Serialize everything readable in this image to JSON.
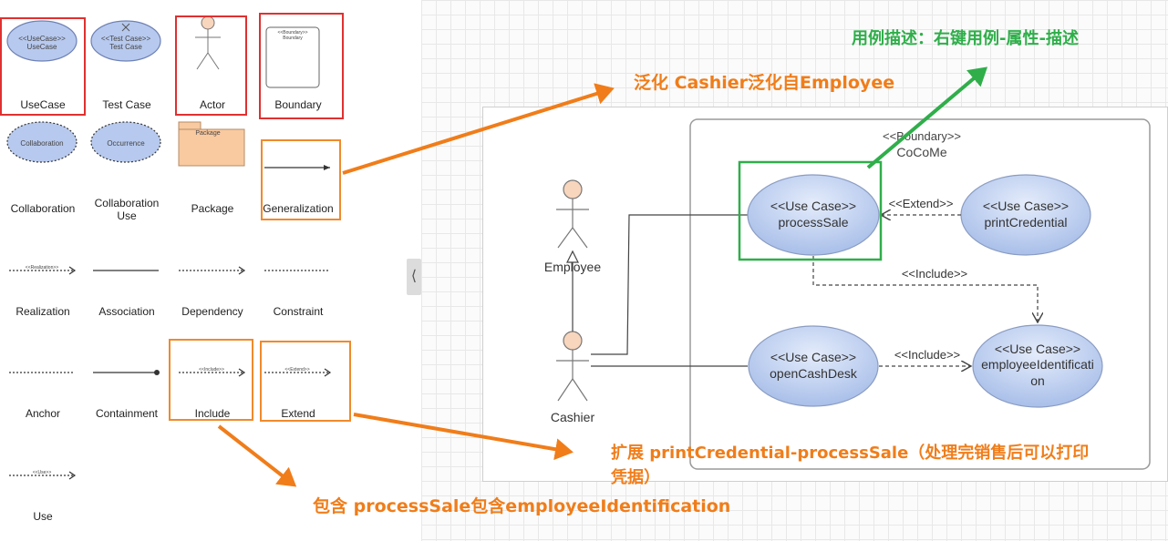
{
  "palette": {
    "items": [
      {
        "label": "UseCase",
        "glyph": "usecase",
        "glyph_text": [
          "<<UseCase>>",
          "UseCase"
        ]
      },
      {
        "label": "Test Case",
        "glyph": "testcase",
        "glyph_text": [
          "<<Test Case>>",
          "Test Case"
        ]
      },
      {
        "label": "Actor",
        "glyph": "actor"
      },
      {
        "label": "Boundary",
        "glyph": "boundary",
        "glyph_text": [
          "<<Boundary>>",
          "Boundary"
        ]
      },
      {
        "label": "Collaboration",
        "glyph": "collaboration",
        "glyph_text": [
          "Collaboration"
        ]
      },
      {
        "label": "Collaboration Use",
        "glyph": "occurrence",
        "glyph_text": [
          "Occurrence"
        ]
      },
      {
        "label": "Package",
        "glyph": "package",
        "glyph_text": [
          "Package"
        ]
      },
      {
        "label": "Generalization",
        "glyph": "generalization"
      },
      {
        "label": "Realization",
        "glyph": "realization",
        "glyph_text": [
          "<<Realization>>"
        ]
      },
      {
        "label": "Association",
        "glyph": "association"
      },
      {
        "label": "Dependency",
        "glyph": "dependency"
      },
      {
        "label": "Constraint",
        "glyph": "constraint"
      },
      {
        "label": "Anchor",
        "glyph": "anchor"
      },
      {
        "label": "Containment",
        "glyph": "containment"
      },
      {
        "label": "Include",
        "glyph": "include",
        "glyph_text": [
          "<<Include>>"
        ]
      },
      {
        "label": "Extend",
        "glyph": "extend",
        "glyph_text": [
          "<<Extend>>"
        ]
      },
      {
        "label": "Use",
        "glyph": "use",
        "glyph_text": [
          "<<Use>>"
        ]
      }
    ]
  },
  "diagram": {
    "boundary": {
      "stereotype": "<<Boundary>>",
      "name": "CoCoMe"
    },
    "actors": {
      "employee": "Employee",
      "cashier": "Cashier"
    },
    "usecases": {
      "process_sale": {
        "stereotype": "<<Use Case>>",
        "name": "processSale"
      },
      "print_credential": {
        "stereotype": "<<Use Case>>",
        "name": "printCredential"
      },
      "open_cash_desk": {
        "stereotype": "<<Use Case>>",
        "name": "openCashDesk"
      },
      "employee_identification": {
        "stereotype": "<<Use Case>>",
        "name_line1": "employeeIdentificati",
        "name_line2": "on"
      }
    },
    "relations": {
      "extend": "<<Extend>>",
      "include_top": "<<Include>>",
      "include_bottom": "<<Include>>"
    }
  },
  "annotations": {
    "generalization": "泛化 Cashier泛化自Employee",
    "description": "用例描述：右键用例-属性-描述",
    "extend_line1": "扩展 printCredential-processSale（处理完销售后可以打印",
    "extend_line2": "凭据）",
    "include": "包含 processSale包含employeeIdentification"
  },
  "colors": {
    "annotation_orange": "#f07d1a",
    "annotation_green": "#2fae4a",
    "highlight_red": "#e03030",
    "highlight_orange": "#f08a2a",
    "usecase_fill": "#b7c9ee",
    "actor_head_fill": "#f8d5bd"
  },
  "icons": {
    "collapse": "chevron-left-icon"
  }
}
